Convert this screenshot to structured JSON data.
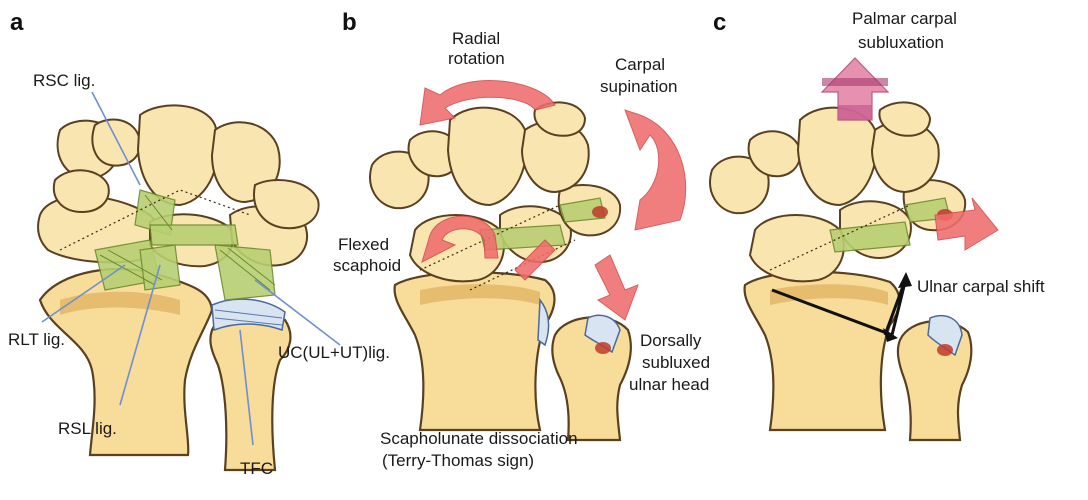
{
  "panels": [
    {
      "letter": "a",
      "labels": {
        "rsc": "RSC lig.",
        "rlt": "RLT lig.",
        "rsl": "RSL lig.",
        "tfc": "TFC",
        "uc": "UC(UL+UT)lig."
      }
    },
    {
      "letter": "b",
      "labels": {
        "radial_rotation": [
          "Radial",
          "rotation"
        ],
        "carpal_supination": [
          "Carpal",
          "supination"
        ],
        "flexed_scaphoid": [
          "Flexed",
          "scaphoid"
        ],
        "dorsally_subluxed": [
          "Dorsally",
          "subluxed",
          "ulnar head"
        ],
        "scapholunate": [
          "Scapholunate dissociation",
          "(Terry-Thomas sign)"
        ]
      }
    },
    {
      "letter": "c",
      "labels": {
        "palmar_subluxation": [
          "Palmar carpal",
          "subluxation"
        ],
        "ulnar_shift": "Ulnar carpal shift"
      }
    }
  ],
  "colors": {
    "bone": "#f7dc9a",
    "bone_outline": "#5a4020",
    "ligament": "#b8cf72",
    "arrow": "#ef6d6d",
    "palmar_arrow": "#e27fa0",
    "leader_line": "#6f8fd0",
    "tfc": "#d8e4f2"
  }
}
